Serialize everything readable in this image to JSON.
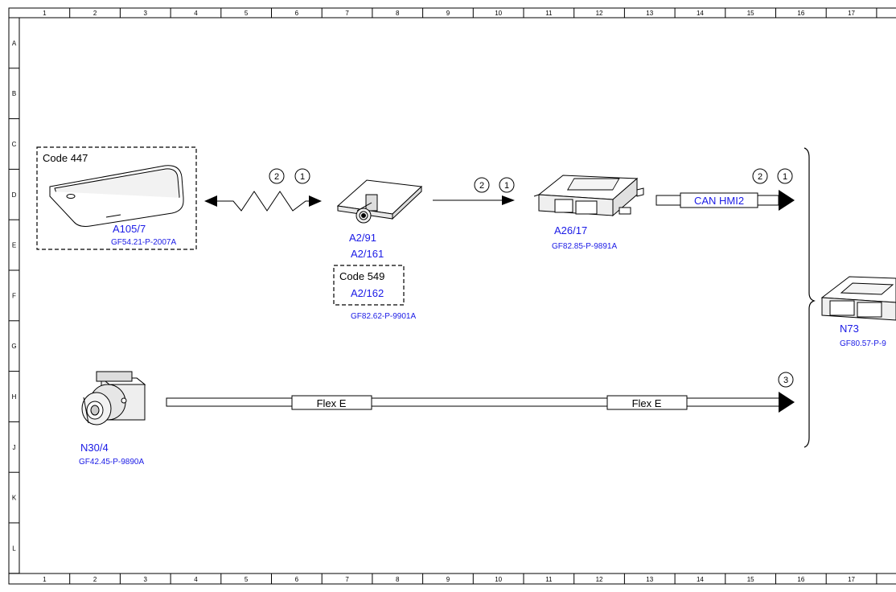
{
  "ruler": {
    "columns": [
      "1",
      "2",
      "3",
      "4",
      "5",
      "6",
      "7",
      "8",
      "9",
      "10",
      "11",
      "12",
      "13",
      "14",
      "15",
      "16",
      "17"
    ],
    "rows": [
      "A",
      "B",
      "C",
      "D",
      "E",
      "F",
      "G",
      "H",
      "J",
      "K",
      "L"
    ]
  },
  "components": {
    "tablet": {
      "code": "Code 447",
      "id": "A105/7",
      "ref": "GF54.21-P-2007A"
    },
    "antenna": {
      "id1": "A2/91",
      "id2": "A2/161",
      "code": "Code 549",
      "id3": "A2/162",
      "ref": "GF82.62-P-9901A"
    },
    "module_a26": {
      "id": "A26/17",
      "ref": "GF82.85-P-9891A"
    },
    "module_n73": {
      "id": "N73",
      "ref": "GF80.57-P-9"
    },
    "camera": {
      "id": "N30/4",
      "ref": "GF42.45-P-9890A"
    }
  },
  "connections": {
    "wireless_badges": [
      "2",
      "1"
    ],
    "line_badges": [
      "2",
      "1"
    ],
    "can_badges": [
      "2",
      "1"
    ],
    "can_label": "CAN HMI2",
    "flex_badge": "3",
    "flex_label_1": "Flex E",
    "flex_label_2": "Flex E"
  },
  "colors": {
    "id_text": "#1a1ae6",
    "line": "#000000"
  }
}
